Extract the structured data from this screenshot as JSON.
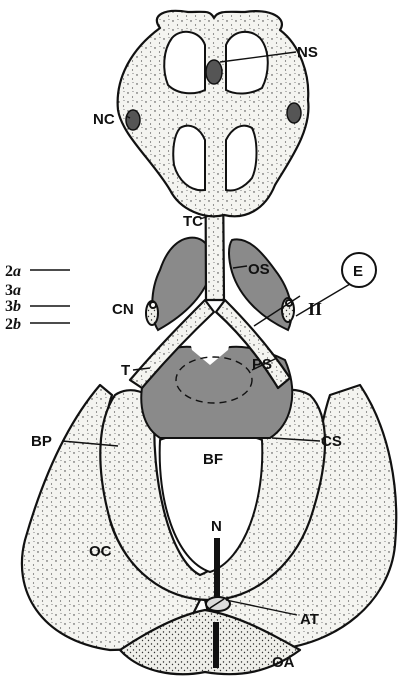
{
  "labels": {
    "ns": "NS",
    "nc": "NC",
    "tc": "TC",
    "os": "OS",
    "e": "E",
    "roman_ii": "II",
    "cn": "CN",
    "t": "T",
    "ps": "PS",
    "bp": "BP",
    "cs": "CS",
    "bf": "BF",
    "n": "N",
    "oc": "OC",
    "at": "AT",
    "oa": "OA"
  },
  "stage_markers": [
    {
      "num": "2",
      "letter": "a"
    },
    {
      "num": "3",
      "letter": "a"
    },
    {
      "num": "3",
      "letter": "b"
    },
    {
      "num": "2",
      "letter": "b"
    }
  ],
  "colors": {
    "bone_fill": "#f4f4f0",
    "cartilage_fill": "#8a8a8a",
    "outline": "#111111"
  }
}
